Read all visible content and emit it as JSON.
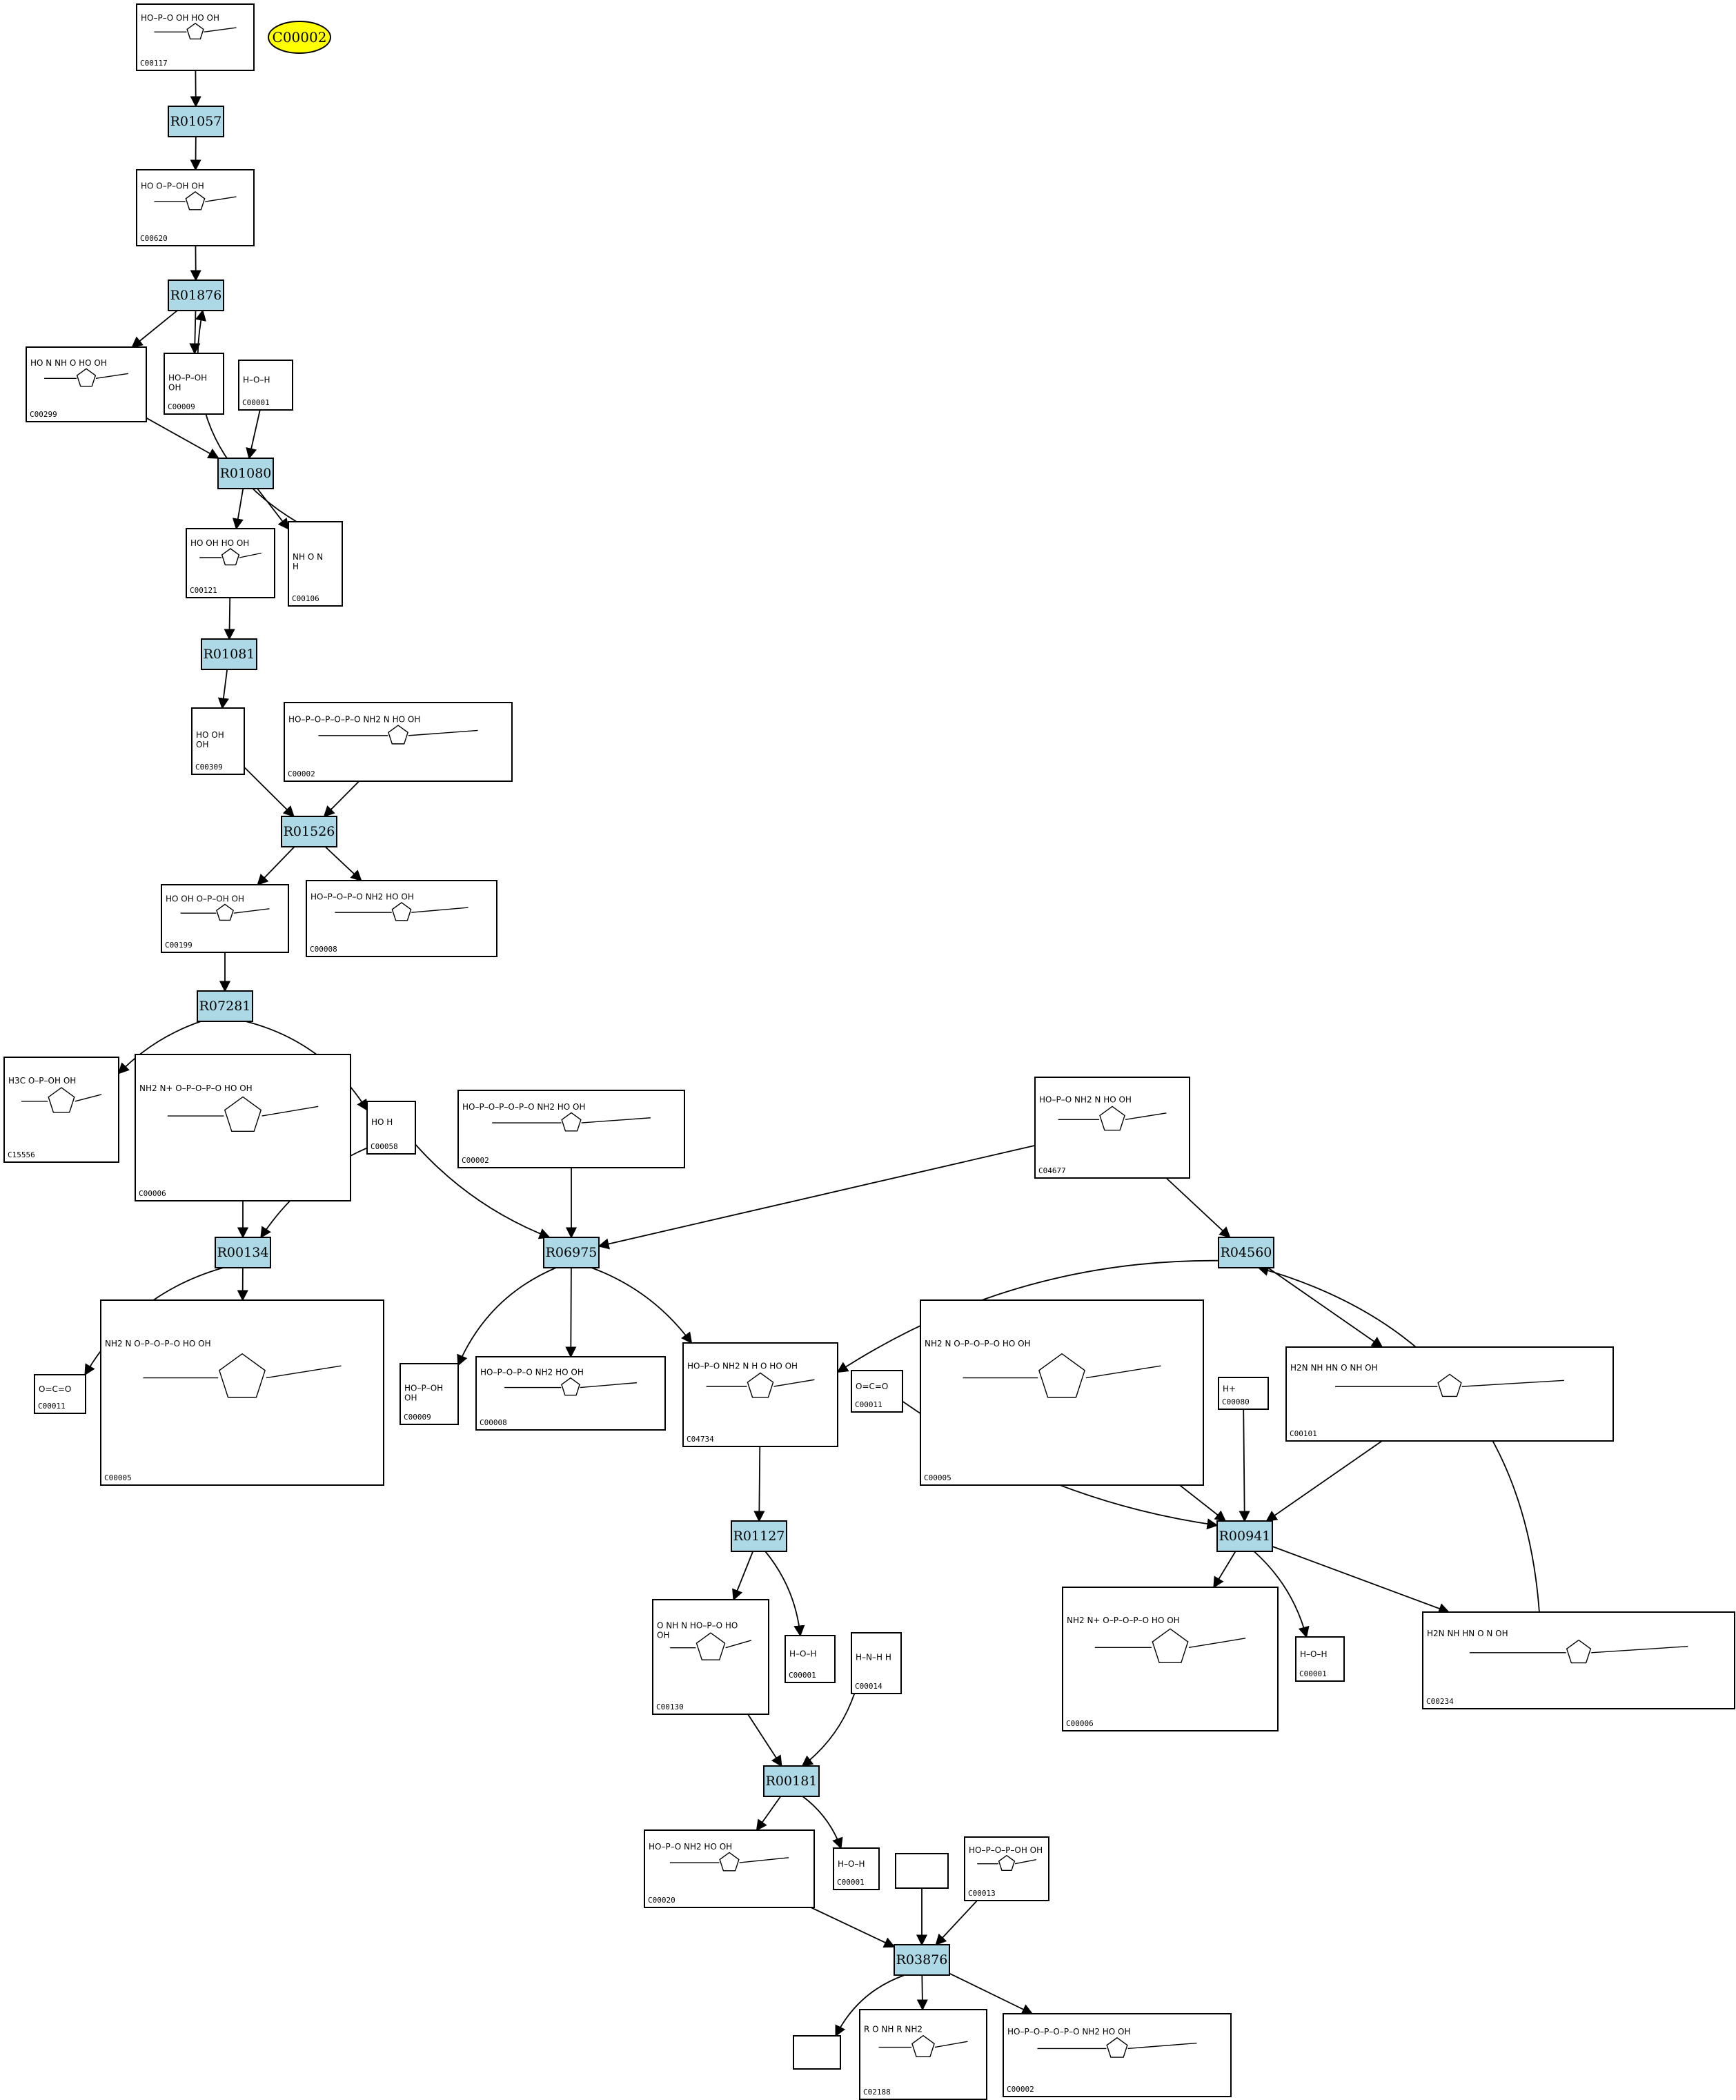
{
  "highlight": {
    "label": "C00002",
    "color": "#ffff00"
  },
  "reaction_color": "#add8e6",
  "reactions": [
    {
      "key": "r01057",
      "label": "R01057"
    },
    {
      "key": "r01876",
      "label": "R01876"
    },
    {
      "key": "r01080",
      "label": "R01080"
    },
    {
      "key": "r01081",
      "label": "R01081"
    },
    {
      "key": "r01526",
      "label": "R01526"
    },
    {
      "key": "r07281",
      "label": "R07281"
    },
    {
      "key": "r00134",
      "label": "R00134"
    },
    {
      "key": "r06975",
      "label": "R06975"
    },
    {
      "key": "r04560",
      "label": "R04560"
    },
    {
      "key": "r01127",
      "label": "R01127"
    },
    {
      "key": "r00941",
      "label": "R00941"
    },
    {
      "key": "r00181",
      "label": "R00181"
    },
    {
      "key": "r03876",
      "label": "R03876"
    }
  ],
  "compounds": [
    {
      "key": "c00117",
      "label": "C00117",
      "atoms": "HO–P–O  OH  HO  OH",
      "icon": "ribose-5-phosphate-structure"
    },
    {
      "key": "c00620",
      "label": "C00620",
      "atoms": "HO  O–P–OH  OH",
      "icon": "ribose-1-phosphate-structure"
    },
    {
      "key": "c00299",
      "label": "C00299",
      "atoms": "HO  N  NH  O  HO  OH",
      "icon": "uridine-structure"
    },
    {
      "key": "c00009a",
      "label": "C00009",
      "atoms": "HO–P–OH  OH",
      "icon": "orthophosphate-structure"
    },
    {
      "key": "c00001a",
      "label": "C00001",
      "atoms": "H–O–H",
      "icon": "water-structure"
    },
    {
      "key": "c00121",
      "label": "C00121",
      "atoms": "HO  OH  HO  OH",
      "icon": "d-ribose-structure"
    },
    {
      "key": "c00106",
      "label": "C00106",
      "atoms": "NH  O  N  H",
      "icon": "uracil-structure"
    },
    {
      "key": "c00309",
      "label": "C00309",
      "atoms": "HO  OH  OH",
      "icon": "d-ribulose-structure"
    },
    {
      "key": "c00002a",
      "label": "C00002",
      "atoms": "HO–P–O–P–O–P–O  NH2  N  HO  OH",
      "icon": "atp-structure"
    },
    {
      "key": "c00199",
      "label": "C00199",
      "atoms": "HO  OH  O–P–OH  OH",
      "icon": "ribulose-5-phosphate-structure"
    },
    {
      "key": "c00008a",
      "label": "C00008",
      "atoms": "HO–P–O–P–O  NH2  HO  OH",
      "icon": "adp-structure"
    },
    {
      "key": "c15556",
      "label": "C15556",
      "atoms": "H3C  O–P–OH  OH",
      "icon": "phosphate-ester-structure"
    },
    {
      "key": "c00006a",
      "label": "C00006",
      "atoms": "NH2  N+  O–P–O–P–O  HO  OH",
      "icon": "nadp-structure"
    },
    {
      "key": "c00058",
      "label": "C00058",
      "atoms": "HO  H",
      "icon": "formate-structure"
    },
    {
      "key": "c00002b",
      "label": "C00002",
      "atoms": "HO–P–O–P–O–P–O  NH2  HO  OH",
      "icon": "atp-structure"
    },
    {
      "key": "c04677",
      "label": "C04677",
      "atoms": "HO–P–O  NH2  N  HO  OH",
      "icon": "aicar-structure"
    },
    {
      "key": "c00011a",
      "label": "C00011",
      "atoms": "O=C=O",
      "icon": "carbon-dioxide-structure"
    },
    {
      "key": "c00005a",
      "label": "C00005",
      "atoms": "NH2  N  O–P–O–P–O  HO  OH",
      "icon": "nadph-structure"
    },
    {
      "key": "c00009b",
      "label": "C00009",
      "atoms": "HO–P–OH  OH",
      "icon": "orthophosphate-structure"
    },
    {
      "key": "c00008b",
      "label": "C00008",
      "atoms": "HO–P–O–P–O  NH2  HO  OH",
      "icon": "adp-structure"
    },
    {
      "key": "c04734",
      "label": "C04734",
      "atoms": "HO–P–O  NH2  N  H  O  HO  OH",
      "icon": "fai-car-structure"
    },
    {
      "key": "c00011b",
      "label": "C00011",
      "atoms": "O=C=O",
      "icon": "carbon-dioxide-structure"
    },
    {
      "key": "c00005b",
      "label": "C00005",
      "atoms": "NH2  N  O–P–O–P–O  HO  OH",
      "icon": "nadph-structure"
    },
    {
      "key": "c00080",
      "label": "C00080",
      "atoms": "H+",
      "icon": "proton-structure"
    },
    {
      "key": "c00101",
      "label": "C00101",
      "atoms": "H2N  NH  HN  O  NH  OH",
      "icon": "tetrahydrofolate-structure"
    },
    {
      "key": "c00130",
      "label": "C00130",
      "atoms": "O  NH  N  HO–P–O  HO  OH",
      "icon": "imp-structure"
    },
    {
      "key": "c00001b",
      "label": "C00001",
      "atoms": "H–O–H",
      "icon": "water-structure"
    },
    {
      "key": "c00014",
      "label": "C00014",
      "atoms": "H–N–H  H",
      "icon": "ammonia-structure"
    },
    {
      "key": "c00006b",
      "label": "C00006",
      "atoms": "NH2  N+  O–P–O–P–O  HO  OH",
      "icon": "nadp-structure"
    },
    {
      "key": "c00001c",
      "label": "C00001",
      "atoms": "H–O–H",
      "icon": "water-structure"
    },
    {
      "key": "c00234",
      "label": "C00234",
      "atoms": "H2N  NH  HN  O  N  OH",
      "icon": "formyl-thf-structure"
    },
    {
      "key": "c00020",
      "label": "C00020",
      "atoms": "HO–P–O  NH2  HO  OH",
      "icon": "amp-structure"
    },
    {
      "key": "c00001d",
      "label": "C00001",
      "atoms": "H–O–H",
      "icon": "water-structure"
    },
    {
      "key": "blank1",
      "label": "",
      "atoms": "",
      "icon": "empty-compound"
    },
    {
      "key": "c00013",
      "label": "C00013",
      "atoms": "HO–P–O–P–OH  OH",
      "icon": "pyrophosphate-structure"
    },
    {
      "key": "blank2",
      "label": "",
      "atoms": "",
      "icon": "empty-compound"
    },
    {
      "key": "c02188",
      "label": "C02188",
      "atoms": "R  O  NH  R  NH2",
      "icon": "protein-lysine-structure"
    },
    {
      "key": "c00002c",
      "label": "C00002",
      "atoms": "HO–P–O–P–O–P–O  NH2  HO  OH",
      "icon": "atp-structure"
    }
  ]
}
